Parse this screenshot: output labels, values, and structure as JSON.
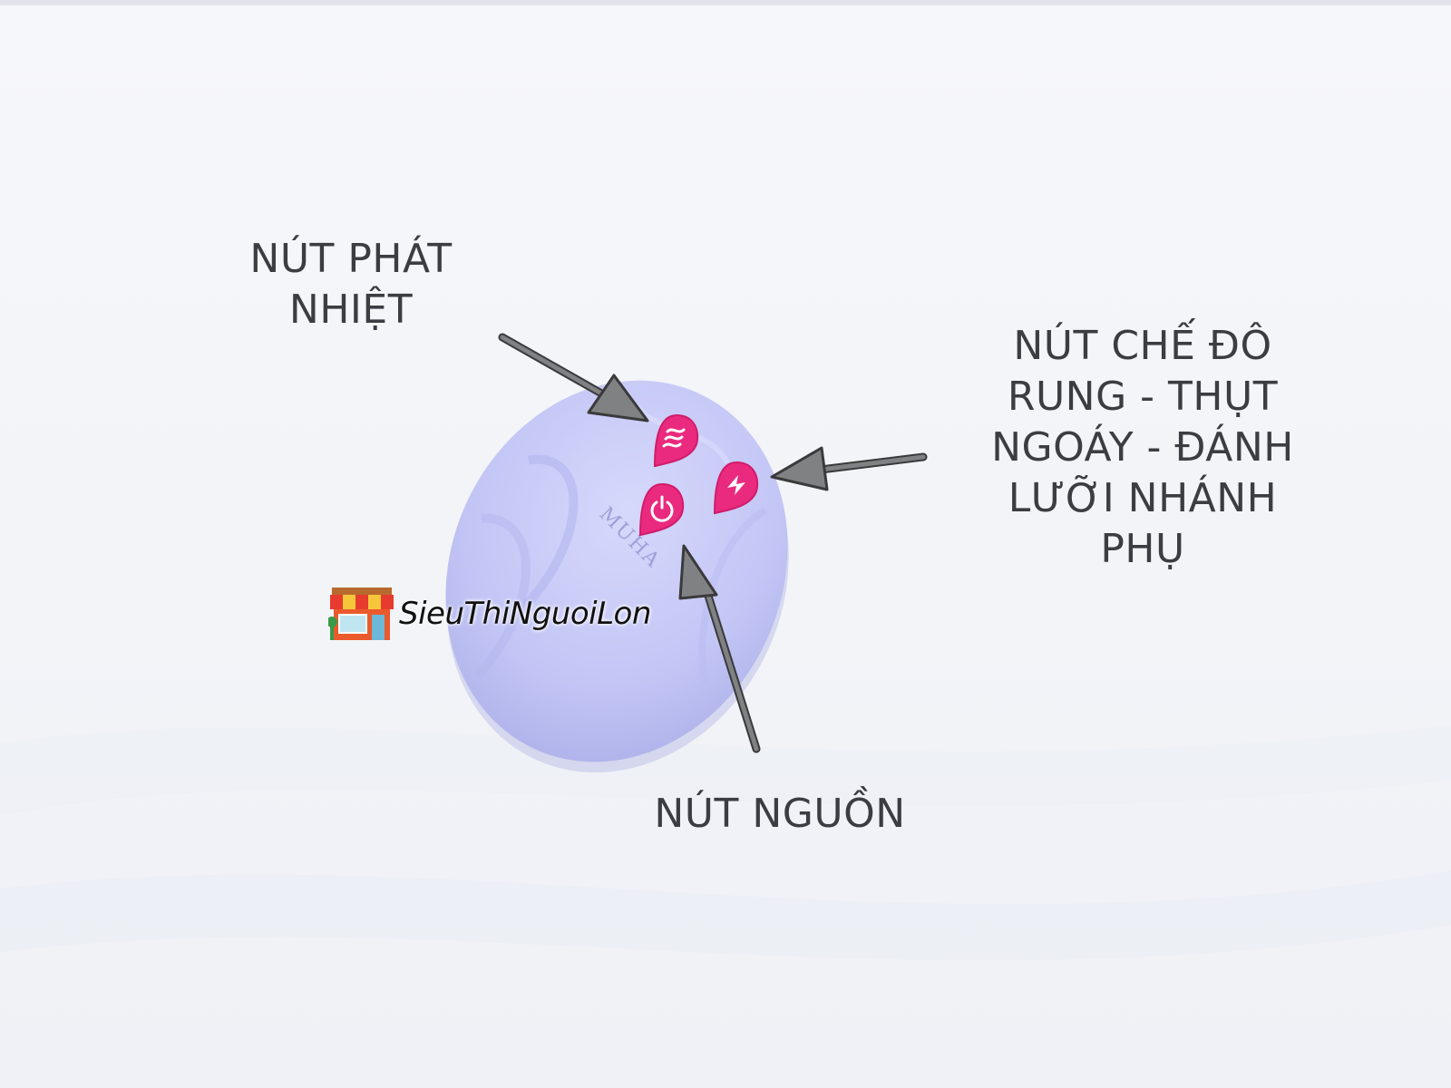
{
  "labels": {
    "heat_button": [
      "NÚT PHÁT",
      "NHIỆT"
    ],
    "mode_button": [
      "NÚT CHẾ ĐÔ",
      "RUNG - THỤT",
      "NGOÁY - ĐÁNH",
      "LƯỠI NHÁNH",
      "PHỤ"
    ],
    "power_button": [
      "NÚT NGUỒN"
    ]
  },
  "device": {
    "brand": "MUHA",
    "body_color": "#c3c6f5",
    "button_color": "#ea2a7e",
    "button_icons": [
      "heat-waves-icon",
      "power-icon",
      "lightning-icon"
    ]
  },
  "watermark": {
    "text": "SieuThiNguoiLon",
    "icon": "store-icon"
  },
  "colors": {
    "background": "#f3f5f9",
    "label_text": "#3b3d42",
    "arrow_fill": "#808183",
    "arrow_stroke": "#3a3a3c"
  }
}
